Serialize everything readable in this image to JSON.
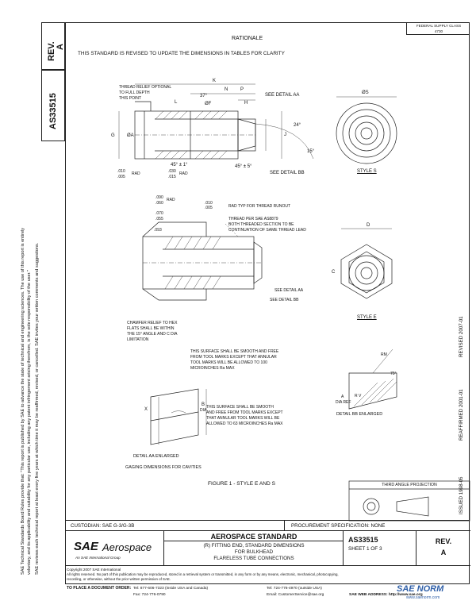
{
  "sidebar": {
    "rev_label": "REV.",
    "rev_value": "A",
    "doc_number": "AS33515",
    "disclaimer_lines": [
      "SAE Technical Standards Board Rules provide that: \"This report is published by SAE to advance the state of technical and engineering sciences. The use of this report is entirely",
      "voluntary, and its applicability and suitability for any particular use, including any patent infringement arising therefrom, is the sole responsibility of the user.\"",
      "SAE reviews each technical report at least every five years at which time it may be reaffirmed, revised, or cancelled. SAE invites your written comments and suggestions."
    ]
  },
  "header": {
    "federal_class_label": "FEDERAL SUPPLY CLASS",
    "federal_class_value": "4730",
    "rationale_title": "RATIONALE",
    "rationale_text": "THIS STANDARD IS REVISED TO UPDATE THE DIMENSIONS IN TABLES FOR CLARITY"
  },
  "right_margin": {
    "revised": "REVISED 2007-01",
    "reaffirmed": "REAFFIRMED 2001-01",
    "issued": "ISSUED 1998-05"
  },
  "drawing": {
    "top_notes": {
      "thread_relief": "THREAD RELIEF OPTIONAL",
      "to_full_depth": "TO FULL DEPTH",
      "this_point": "THIS POINT",
      "k": "K",
      "l": "L",
      "n": "N",
      "p": "P",
      "h": "H",
      "angle_37": "37°",
      "phi_f": "ØF",
      "see_detail_aa_top": "SEE DETAIL AA",
      "g": "G",
      "phi_a": "ØA",
      "j": "J",
      "deg_24": "24°",
      "deg_15": "15°",
      "deg_45_a": "45° ± 1°",
      "deg_45_b": "45° ± 5°",
      "see_detail_bb_top": "SEE DETAIL BB",
      "rad_010": ".010",
      "rad_005": ".005",
      "rad_word": "RAD",
      "rad_030": ".030",
      "rad_015": ".015",
      "phi_s": "ØS",
      "style_s": "STYLE S"
    },
    "mid_notes": {
      "r090": ".090",
      "r060": ".060",
      "rad": "RAD",
      "r010": ".010",
      "r005": ".005",
      "r070": ".070",
      "r055": ".055",
      "r093": ".093",
      "rad_typ": "RAD TYP FOR THREAD RUNOUT",
      "thread_per": "THREAD PER SAE AS8879",
      "both_threaded": "BOTH THREADED SECTION TO BE",
      "continuation": "CONTINUATION OF SAME THREAD LEAD",
      "see_detail_aa": "SEE DETAIL AA",
      "see_detail_bb": "SEE DETAIL BB",
      "chamfer_1": "CHAMFER RELIEF TO HEX",
      "chamfer_2": "FLATS SHALL BE WITHIN",
      "chamfer_3": "THE 15° ANGLE AND C DIA",
      "chamfer_4": "LIMITATION",
      "d": "D",
      "c": "C",
      "style_e": "STYLE E"
    },
    "lower_notes": {
      "surface1_1": "THIS SURFACE SHALL BE SMOOTH AND FREE",
      "surface1_2": "FROM TOOL MARKS EXCEPT THAT ANNULAR",
      "surface1_3": "TOOL MARKS WILL BE ALLOWED TO 100",
      "surface1_4": "MICROINCHES Ra MAX",
      "surface2_1": "THIS SURFACE SHALL BE SMOOTH",
      "surface2_2": "AND FREE FROM TOOL MARKS EXCEPT",
      "surface2_3": "THAT ANNULAR TOOL MARKS WILL BE",
      "surface2_4": "ALLOWED TO 63 MICROINCHES Ra MAX",
      "x": "X",
      "b": "B",
      "b_dia": "DIA",
      "detail_aa": "DETAIL AA ENLARGED",
      "gaging": "GAGING DIMENSIONS FOR CAVITIES",
      "rm": "RM",
      "deg_75": "75°",
      "a": "A",
      "dia_ref": "DIA REF",
      "rv": "R V",
      "detail_bb": "DETAIL BB ENLARGED"
    },
    "figure_caption": "FIGURE 1 - STYLE E AND S",
    "third_angle": "THIRD ANGLE PROJECTION"
  },
  "title_block": {
    "custodian": "CUSTODIAN: SAE G-3/G-3B",
    "procurement": "PROCUREMENT SPECIFICATION: NONE",
    "logo_main": "SAE",
    "logo_sub": "Aerospace",
    "logo_tagline": "An SAE International Group",
    "standard_title": "AEROSPACE STANDARD",
    "desc1": "(R) FITTING END, STANDARD DIMENSIONS",
    "desc2": "FOR BULKHEAD",
    "desc3": "FLARELESS TUBE CONNECTIONS",
    "doc_number": "AS33515",
    "sheet": "SHEET 1 OF 3",
    "rev_label": "REV.",
    "rev_value": "A"
  },
  "footer": {
    "copyright": "Copyright 2007 SAE International",
    "rights": "All rights reserved. No part of this publication may be reproduced, stored in a retrieval system or transmitted, in any form or by any means, electronic, mechanical, photocopying,",
    "rights2": "recording, or otherwise, without the prior written permission of SAE.",
    "order_label": "TO PLACE A DOCUMENT ORDER:",
    "tel1": "Tel: 877-606-7323 (inside USA and Canada)",
    "tel2": "Tel: 724-776-4970 (outside USA)",
    "fax": "Fax: 724-776-0790",
    "email": "Email: CustomerService@sae.org",
    "web": "SAE WEB ADDRESS: http://www.sae.org"
  },
  "watermark": {
    "brand": "SAE NORM",
    "url": "www.saenorm.com"
  },
  "colors": {
    "ink": "#111111",
    "watermark": "#2f5fa8"
  }
}
